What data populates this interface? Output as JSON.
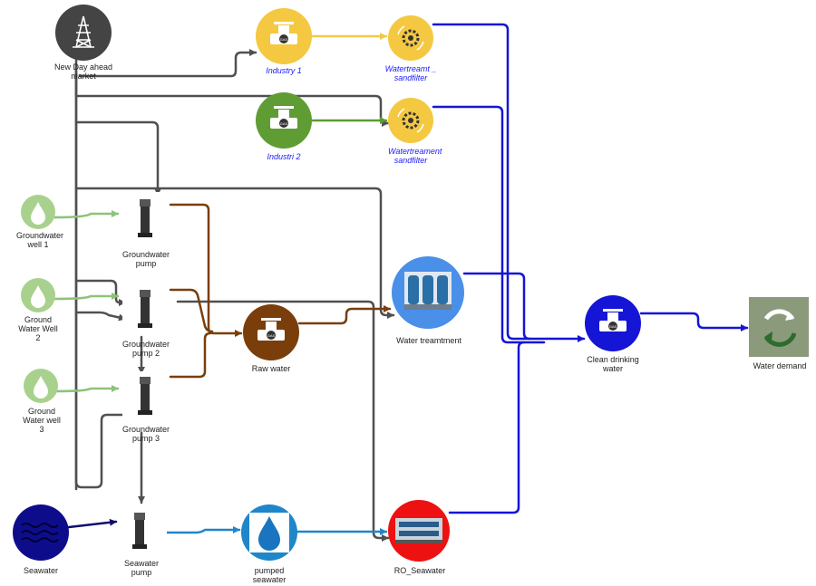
{
  "colors": {
    "grey": "#505050",
    "brown": "#7a3e0b",
    "green_edge": "#8fc27a",
    "yellow_edge": "#f2c84b",
    "green_dark_edge": "#5b9a35",
    "blue": "#1515d6",
    "cyan": "#1f86c9",
    "navy": "#0d0d6e"
  },
  "nodes": [
    {
      "id": "market",
      "label": "New Day ahead market",
      "color": "#444444",
      "icon": "power-tower-icon",
      "italic": false
    },
    {
      "id": "industry1",
      "label": "Industry 1",
      "color": "#f5c842",
      "icon": "gas-valve-icon",
      "italic": true
    },
    {
      "id": "industry2",
      "label": "Industri 2",
      "color": "#5f9c34",
      "icon": "gas-valve-icon",
      "italic": true
    },
    {
      "id": "sand1",
      "label": "Watertreamt _ sandfilter",
      "color": "#f5c842",
      "icon": "gear-icon",
      "italic": true
    },
    {
      "id": "sand2",
      "label": "Watertreament sandfilter",
      "color": "#f5c842",
      "icon": "gear-icon",
      "italic": true
    },
    {
      "id": "gw1",
      "label": "Groundwater well 1",
      "color": "#a9d18e",
      "icon": "water-drop-icon",
      "italic": false
    },
    {
      "id": "gw2",
      "label": "Ground Water Well 2",
      "color": "#a9d18e",
      "icon": "water-drop-icon",
      "italic": false
    },
    {
      "id": "gw3",
      "label": "Ground Water well 3",
      "color": "#a9d18e",
      "icon": "water-drop-icon",
      "italic": false
    },
    {
      "id": "pump1",
      "label": "Groundwater pump",
      "color": "#ffffff",
      "icon": "pump-icon",
      "italic": false
    },
    {
      "id": "pump2",
      "label": "Groundwater pump 2",
      "color": "#ffffff",
      "icon": "pump-icon",
      "italic": false
    },
    {
      "id": "pump3",
      "label": "Groundwater pump 3",
      "color": "#ffffff",
      "icon": "pump-icon",
      "italic": false
    },
    {
      "id": "rawwater",
      "label": "Raw water",
      "color": "#7a3e0b",
      "icon": "gas-valve-icon",
      "italic": false
    },
    {
      "id": "treatment",
      "label": "Water treamtment",
      "color": "#4a8fe8",
      "icon": "treatment-plant-icon",
      "italic": false
    },
    {
      "id": "clean",
      "label": "Clean drinking water",
      "color": "#1515d6",
      "icon": "gas-valve-icon",
      "italic": false
    },
    {
      "id": "demand",
      "label": "Water demand",
      "color": "#8a9a7b",
      "icon": "recycle-icon",
      "italic": false
    },
    {
      "id": "seawater",
      "label": "Seawater",
      "color": "#0d0d8c",
      "icon": "waves-icon",
      "italic": false
    },
    {
      "id": "seapump",
      "label": "Seawater pump",
      "color": "#ffffff",
      "icon": "pump-icon",
      "italic": false
    },
    {
      "id": "pumpedsea",
      "label": "pumped seawater",
      "color": "#1f86c9",
      "icon": "water-drop-icon",
      "italic": false
    },
    {
      "id": "ro",
      "label": "RO_Seawater",
      "color": "#ee1111",
      "icon": "ro-plant-icon",
      "italic": false
    }
  ],
  "edges": [
    {
      "from": "market",
      "to": "industry1",
      "color": "grey"
    },
    {
      "from": "market",
      "to": "sand2",
      "color": "grey"
    },
    {
      "from": "market",
      "to": "pump1",
      "color": "grey"
    },
    {
      "from": "market",
      "to": "treatment",
      "color": "grey"
    },
    {
      "from": "market",
      "to": "pump2",
      "color": "grey"
    },
    {
      "from": "market",
      "to": "pump3",
      "color": "grey"
    },
    {
      "from": "market",
      "to": "ro",
      "color": "grey"
    },
    {
      "from": "pump2",
      "to": "seapump",
      "color": "grey"
    },
    {
      "from": "industry1",
      "to": "sand1",
      "color": "yellow"
    },
    {
      "from": "industry2",
      "to": "sand2",
      "color": "green"
    },
    {
      "from": "gw1",
      "to": "pump1",
      "color": "lightgreen"
    },
    {
      "from": "gw2",
      "to": "pump2",
      "color": "lightgreen"
    },
    {
      "from": "gw3",
      "to": "pump3",
      "color": "lightgreen"
    },
    {
      "from": "pump1",
      "to": "rawwater",
      "color": "brown"
    },
    {
      "from": "pump2",
      "to": "rawwater",
      "color": "brown"
    },
    {
      "from": "pump3",
      "to": "rawwater",
      "color": "brown"
    },
    {
      "from": "rawwater",
      "to": "treatment",
      "color": "brown"
    },
    {
      "from": "sand1",
      "to": "clean",
      "color": "blue"
    },
    {
      "from": "sand2",
      "to": "clean",
      "color": "blue"
    },
    {
      "from": "treatment",
      "to": "clean",
      "color": "blue"
    },
    {
      "from": "ro",
      "to": "clean",
      "color": "blue"
    },
    {
      "from": "clean",
      "to": "demand",
      "color": "blue"
    },
    {
      "from": "seawater",
      "to": "seapump",
      "color": "navy"
    },
    {
      "from": "seapump",
      "to": "pumpedsea",
      "color": "cyan"
    },
    {
      "from": "pumpedsea",
      "to": "ro",
      "color": "cyan"
    }
  ],
  "valve_badge": "GAS"
}
